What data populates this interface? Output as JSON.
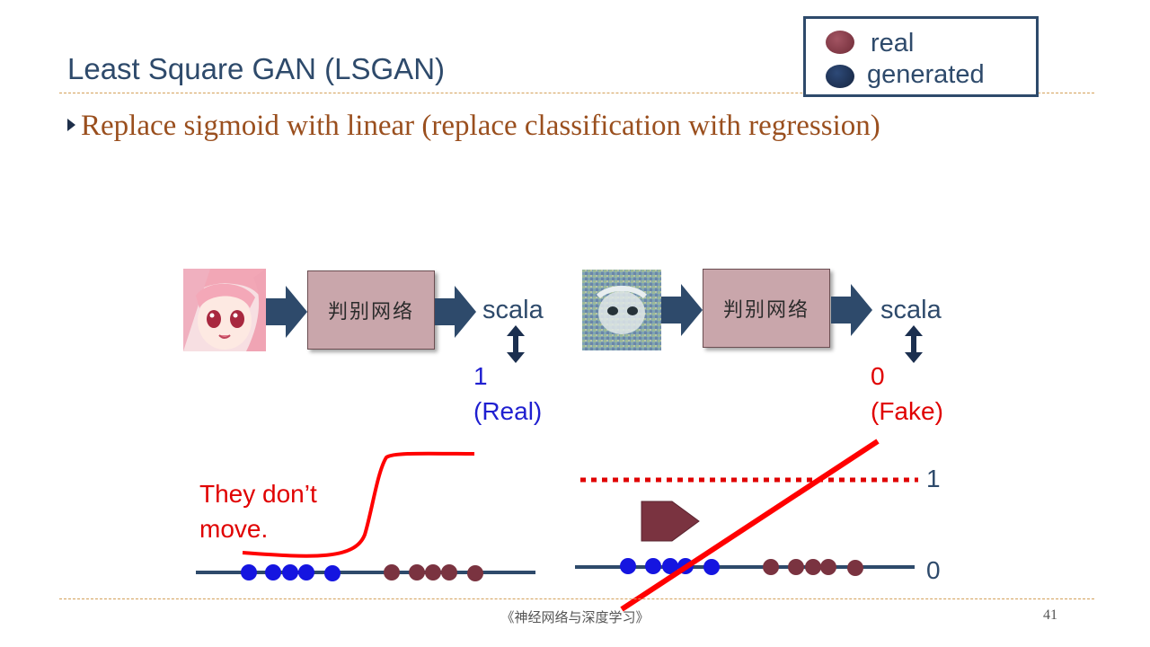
{
  "slide": {
    "title": "Least Square GAN (LSGAN)",
    "bullet": "Replace sigmoid with linear (replace classification with regression)",
    "footer": "《神经网络与深度学习》",
    "page_number": "41"
  },
  "legend": {
    "items": [
      {
        "label": "real",
        "color": "#7a3340"
      },
      {
        "label": "generated",
        "color": "#1b2f4f"
      }
    ]
  },
  "left_pipeline": {
    "image": "anime-face-image",
    "box_label": "判别网络",
    "output": "scala",
    "target_value": "1",
    "target_label": "(Real)",
    "target_color": "#1f1fd0"
  },
  "right_pipeline": {
    "image": "noisy-generated-image",
    "box_label": "判别网络",
    "output": "scala",
    "target_value": "0",
    "target_label": "(Fake)",
    "target_color": "#e00000"
  },
  "left_plot": {
    "annotation_line1": "They don’t",
    "annotation_line2": "move.",
    "curve": "sigmoid",
    "generated_points": 5,
    "real_points": 5
  },
  "right_plot": {
    "label_top": "1",
    "label_bottom": "0",
    "curve": "linear",
    "generated_points": 5,
    "real_points": 5
  },
  "colors": {
    "title": "#2e4a6b",
    "bullet": "#9a4f1e",
    "arrow_block": "#2e4a6b",
    "annotation": "#e00000",
    "generated_point": "#1515e0",
    "real_point": "#7a3340"
  }
}
